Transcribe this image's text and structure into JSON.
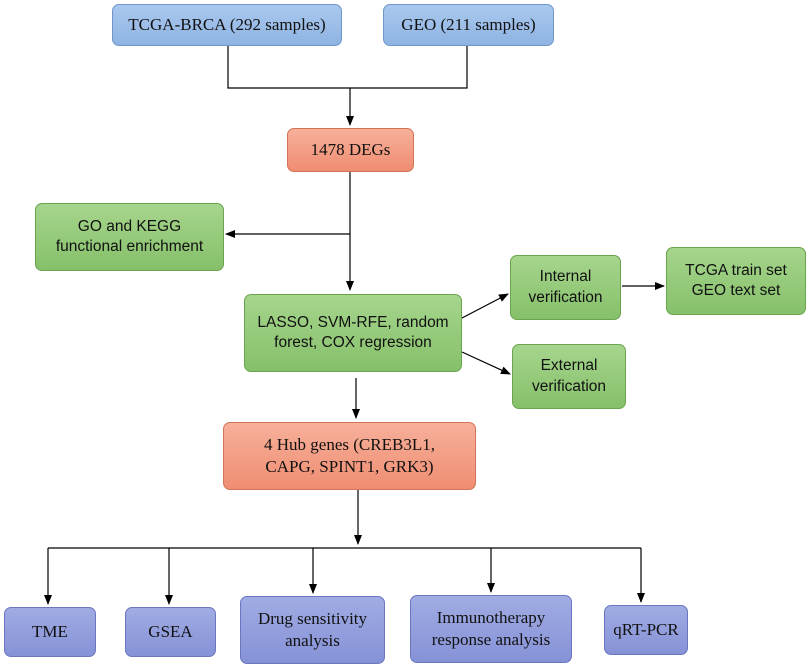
{
  "nodes": {
    "tcga": "TCGA-BRCA (292 samples)",
    "geo": "GEO (211 samples)",
    "degs": "1478 DEGs",
    "go_kegg": [
      "GO and KEGG",
      "functional enrichment"
    ],
    "lasso": [
      "LASSO, SVM-RFE, random",
      "forest, COX regression"
    ],
    "internal": [
      "Internal",
      "verification"
    ],
    "external": [
      "External",
      "verification"
    ],
    "train_test": [
      "TCGA train set",
      "GEO text set"
    ],
    "hub_genes": [
      "4 Hub genes (CREB3L1,",
      "CAPG, SPINT1, GRK3)"
    ],
    "tme": "TME",
    "gsea": "GSEA",
    "drug": [
      "Drug sensitivity",
      "analysis"
    ],
    "immuno": [
      "Immunotherapy",
      "response analysis"
    ],
    "qrtpcr": "qRT-PCR"
  },
  "colors": {
    "source": "#9dbfea",
    "degs": "#f3a086",
    "analysis": "#96cb7c",
    "output": "#939fdd",
    "line": "#000000"
  }
}
